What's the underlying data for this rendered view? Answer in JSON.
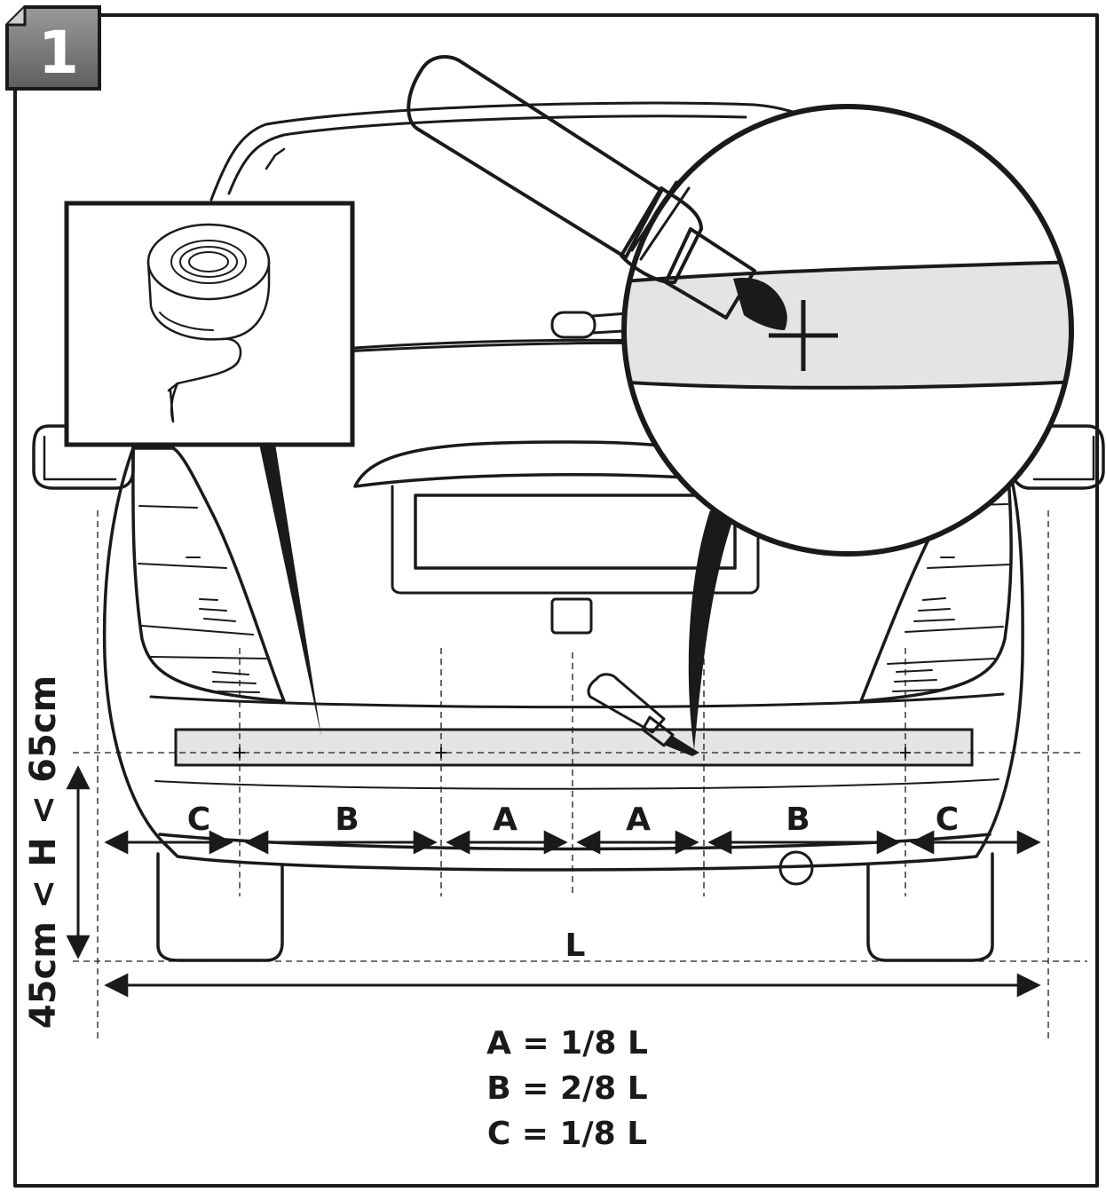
{
  "step": {
    "number": "1"
  },
  "segments": [
    {
      "label": "C"
    },
    {
      "label": "B"
    },
    {
      "label": "A"
    },
    {
      "label": "A"
    },
    {
      "label": "B"
    },
    {
      "label": "C"
    }
  ],
  "total_width": {
    "label": "L"
  },
  "height_range": {
    "label": "45cm < H < 65cm"
  },
  "formulas": [
    {
      "text": "A = 1/8 L"
    },
    {
      "text": "B = 2/8 L"
    },
    {
      "text": "C = 1/8 L"
    }
  ],
  "colors": {
    "tape": "#e4e4e4",
    "ink": "#1a1a1a",
    "badge": "#7a7a7a"
  }
}
